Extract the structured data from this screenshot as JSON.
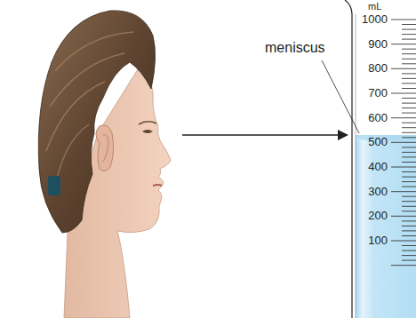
{
  "diagram": {
    "labels": [
      "meniscus",
      "mL",
      "1000",
      "900",
      "800",
      "700",
      "600",
      "500",
      "400",
      "300",
      "200",
      "100"
    ]
  }
}
